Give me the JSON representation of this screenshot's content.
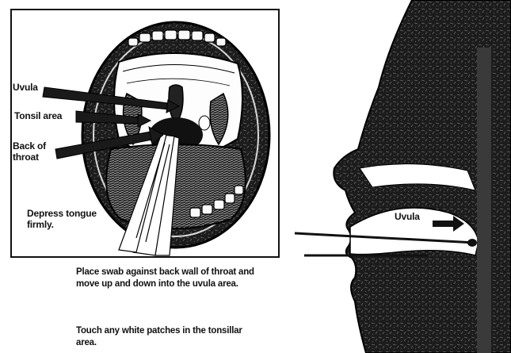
{
  "labels": {
    "uvula": "Uvula",
    "tonsil_area": "Tonsil area",
    "back_of_throat": "Back of throat",
    "depress_tongue": "Depress tongue firmly.",
    "uvula_side": "Uvula"
  },
  "instructions": {
    "step1": "Place swab against back wall of throat and move up and down into the uvula area.",
    "step2": "Touch any white patches in the tonsillar area."
  }
}
